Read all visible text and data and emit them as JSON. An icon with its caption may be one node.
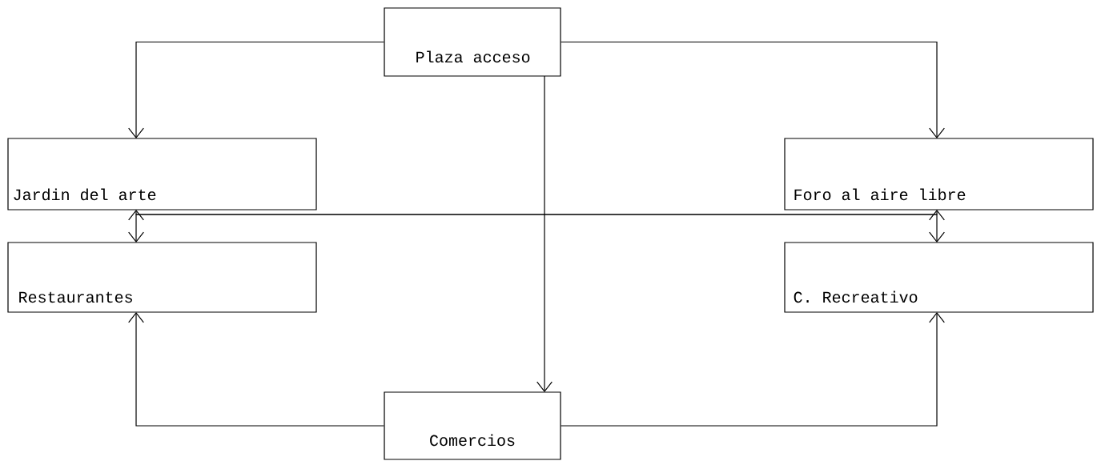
{
  "diagram": {
    "nodes": [
      {
        "text": [
          "Plaza acceso"
        ]
      },
      {
        "text": [
          "Jardin del arte"
        ]
      },
      {
        "text": [
          "Foro al aire libre"
        ]
      },
      {
        "text": [
          "Restaurantes"
        ]
      },
      {
        "text": [
          "C. Recreativo"
        ]
      },
      {
        "text": [
          "Comercios"
        ]
      }
    ],
    "edges": [
      {
        "from": 0,
        "to": 1,
        "arrow": "to"
      },
      {
        "from": 0,
        "to": 2,
        "arrow": "to"
      },
      {
        "from": 0,
        "to": 5,
        "arrow": "to"
      },
      {
        "from": 1,
        "to": 2,
        "arrow": "both"
      },
      {
        "from": 3,
        "to": 4,
        "arrow": "both"
      },
      {
        "from": 5,
        "to": 3,
        "arrow": "to"
      },
      {
        "from": 5,
        "to": 4,
        "arrow": "to"
      }
    ]
  }
}
